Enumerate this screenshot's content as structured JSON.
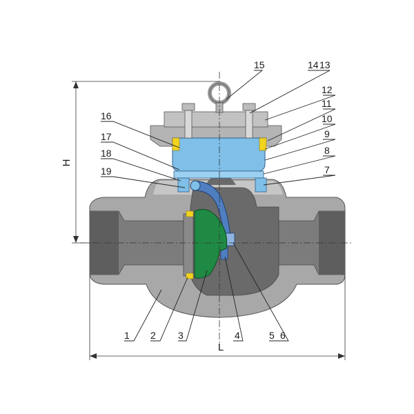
{
  "dimensions": {
    "height_label": "H",
    "length_label": "L"
  },
  "parts": [
    {
      "label": "1"
    },
    {
      "label": "2"
    },
    {
      "label": "3"
    },
    {
      "label": "4"
    },
    {
      "label": "5"
    },
    {
      "label": "6"
    },
    {
      "label": "7"
    },
    {
      "label": "8"
    },
    {
      "label": "9"
    },
    {
      "label": "10"
    },
    {
      "label": "11"
    },
    {
      "label": "12"
    },
    {
      "label": "14"
    },
    {
      "label": "13"
    },
    {
      "label": "15"
    },
    {
      "label": "16"
    },
    {
      "label": "17"
    },
    {
      "label": "18"
    },
    {
      "label": "19"
    }
  ],
  "colors": {
    "body": "#a8a8a8",
    "body_light": "#c6c6c6",
    "pipe": "#7c7c7c",
    "pipe_dark": "#5e5e5e",
    "cavity": "#6a6a6a",
    "bonnet": "#7fbfe8",
    "arm": "#4f7fc0",
    "disc": "#1f8a43",
    "gasket": "#f2d41f",
    "bolt": "#d9d9d9"
  }
}
